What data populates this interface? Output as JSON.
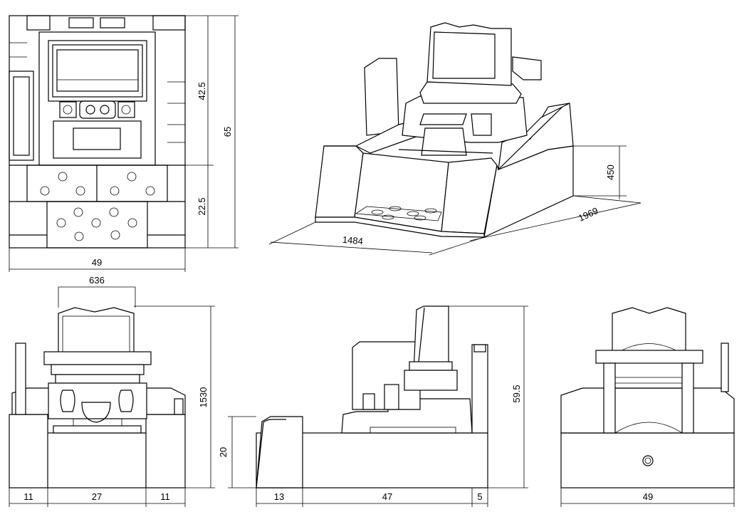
{
  "dimensions": {
    "top_left_height_upper": "42.5",
    "top_left_height_total": "65",
    "top_left_height_lower": "22.5",
    "top_left_width": "49",
    "iso_width": "1484",
    "iso_depth": "1969",
    "iso_height": "450",
    "front_top_width": "636",
    "front_height": "1530",
    "front_bottom_left": "11",
    "front_bottom_mid": "27",
    "front_bottom_right": "11",
    "side_height_base": "20",
    "side_height_total": "59.5",
    "side_bottom_a": "13",
    "side_bottom_b": "47",
    "side_bottom_c": "5",
    "back_bottom_width": "49"
  }
}
